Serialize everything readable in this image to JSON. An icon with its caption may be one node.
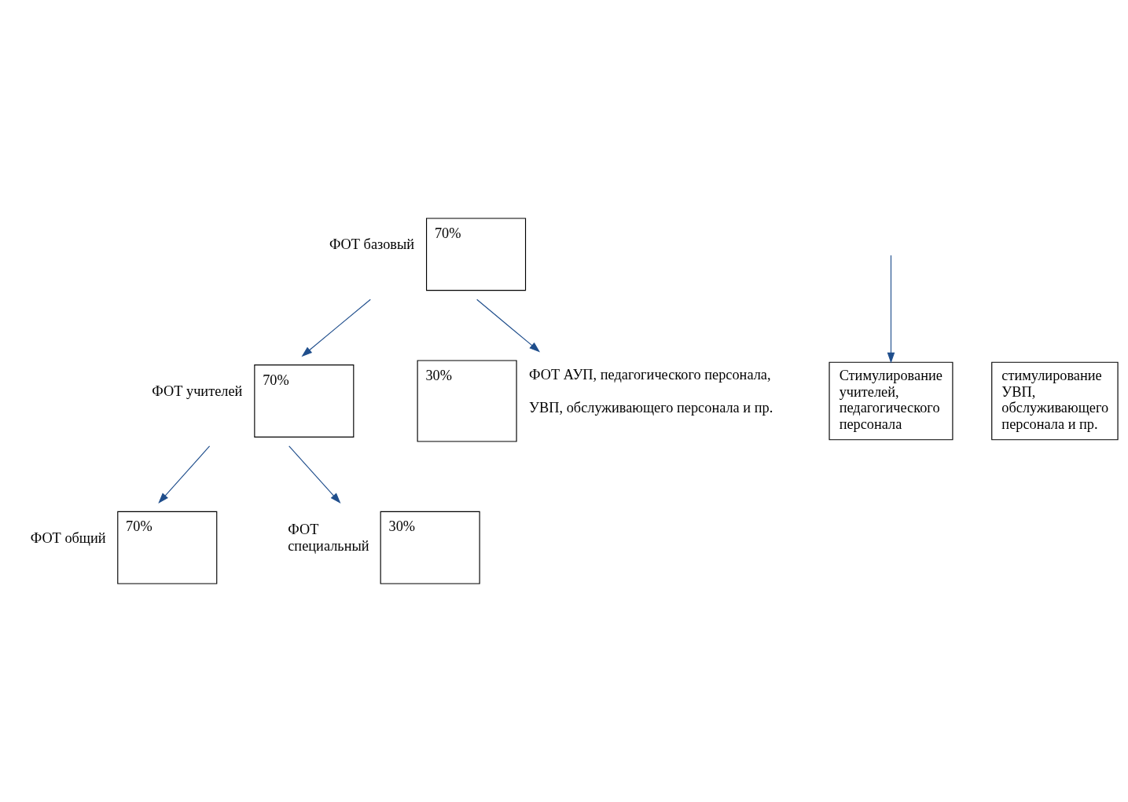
{
  "diagram": {
    "nodes": [
      {
        "text": [
          "70%"
        ],
        "beside": [
          "ФОТ базовый"
        ]
      },
      {
        "text": [
          "70%"
        ],
        "beside": [
          "ФОТ учителей"
        ]
      },
      {
        "text": [
          "30%"
        ],
        "beside": [
          "ФОТ АУП, педагогического персонала,",
          "УВП, обслуживающего персонала и пр."
        ]
      },
      {
        "text": [
          "70%"
        ],
        "beside": [
          "ФОТ общий"
        ]
      },
      {
        "text": [
          "30%"
        ],
        "beside": [
          "ФОТ специальный"
        ]
      },
      {
        "text": [
          "Стимулирование учителей, педагогического персонала"
        ]
      },
      {
        "text": [
          "стимулирование УВП, обслуживающего персонала и пр."
        ]
      }
    ],
    "edges": [
      {
        "from": 0,
        "to": 1,
        "arrow": "to"
      },
      {
        "from": 0,
        "to": 2,
        "arrow": "to"
      },
      {
        "from": 1,
        "to": 3,
        "arrow": "to"
      },
      {
        "from": 1,
        "to": 4,
        "arrow": "to"
      },
      {
        "from": null,
        "to": 5,
        "arrow": "to"
      }
    ]
  }
}
